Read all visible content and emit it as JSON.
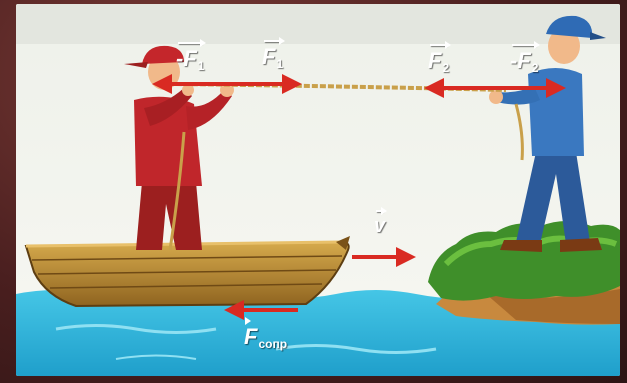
{
  "diagram": {
    "labels": {
      "neg_f1": {
        "prefix": "-",
        "letter": "F",
        "subscript": "1"
      },
      "f1": {
        "letter": "F",
        "subscript": "1"
      },
      "f2": {
        "letter": "F",
        "subscript": "2"
      },
      "neg_f2": {
        "prefix": "-",
        "letter": "F",
        "subscript": "2"
      },
      "v": {
        "letter": "v"
      },
      "f_drag": {
        "letter": "F",
        "subscript": "сопр"
      }
    },
    "colors": {
      "vector_arrow": "#d92a22",
      "rope": "#c9a04a",
      "water": "#27b3d8",
      "grass": "#3f8f2a",
      "boat": "#b8892d",
      "sky": "#f2f4ef"
    }
  }
}
